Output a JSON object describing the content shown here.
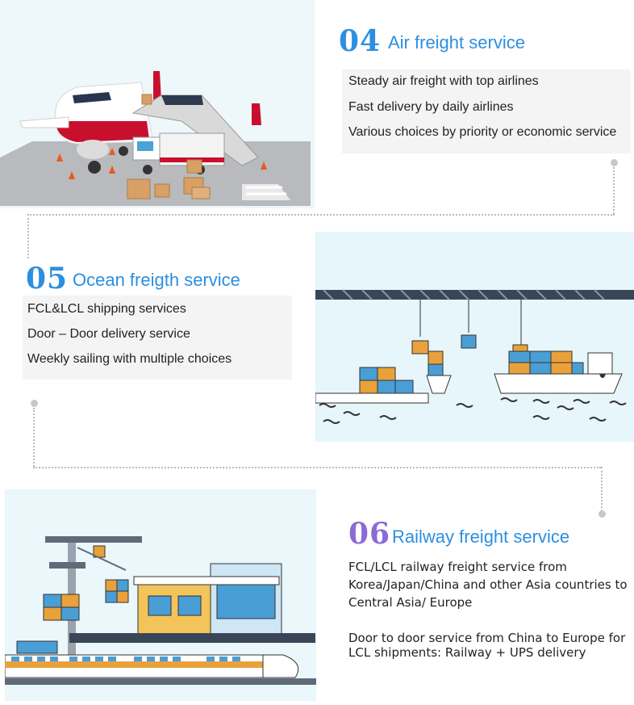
{
  "services": [
    {
      "number": "04",
      "title": "Air freight service",
      "lines": [
        "Steady air freight with top airlines",
        "Fast delivery by daily airlines",
        "Various choices by priority or economic service"
      ],
      "illustration": "airplane-loading-illustration"
    },
    {
      "number": "05",
      "title": "Ocean freigth service",
      "lines": [
        "FCL&LCL shipping services",
        "Door – Door delivery service",
        "Weekly sailing with multiple choices"
      ],
      "illustration": "container-ship-illustration"
    },
    {
      "number": "06",
      "title": "Railway freight service",
      "paragraphs": [
        [
          "FCL/LCL railway freight service from",
          "Korea/Japan/China and other Asia countries to",
          "Central Asia/ Europe"
        ],
        [
          "Door to door service from China to Europe for",
          "LCL shipments: Railway + UPS delivery"
        ]
      ],
      "illustration": "railway-freight-illustration"
    }
  ],
  "colors": {
    "accent": "#2c8fe0",
    "accent_purple": "#8c6ad6",
    "illustration_bg": "#eaf7fb"
  }
}
